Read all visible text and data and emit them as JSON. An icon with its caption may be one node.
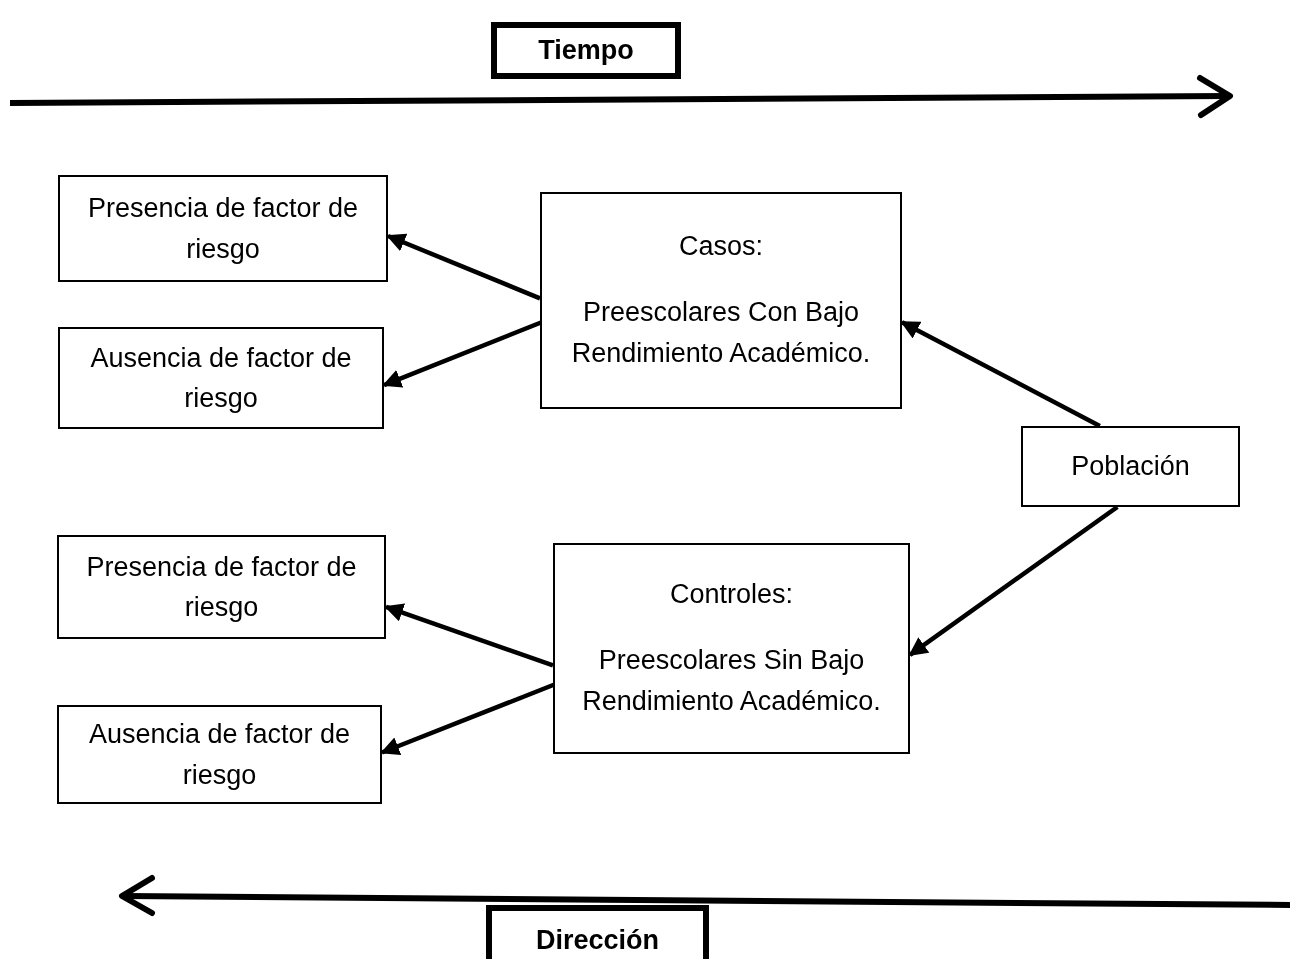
{
  "diagram": {
    "nodes": [
      {
        "text": [
          "Tiempo"
        ]
      },
      {
        "text": [
          "Presencia de factor de riesgo"
        ]
      },
      {
        "text": [
          "Casos:",
          "Preescolares Con Bajo Rendimiento Académico."
        ]
      },
      {
        "text": [
          "Ausencia de factor de riesgo"
        ]
      },
      {
        "text": [
          "Población"
        ]
      },
      {
        "text": [
          "Presencia de factor de riesgo"
        ]
      },
      {
        "text": [
          "Controles:",
          "Preescolares Sin Bajo Rendimiento Académico."
        ]
      },
      {
        "text": [
          "Ausencia de factor de riesgo"
        ]
      },
      {
        "text": [
          "Dirección"
        ]
      }
    ],
    "edges": [
      {
        "from": 4,
        "to": 2,
        "arrow": "to"
      },
      {
        "from": 2,
        "to": 1,
        "arrow": "to"
      },
      {
        "from": 2,
        "to": 3,
        "arrow": "to"
      },
      {
        "from": 4,
        "to": 6,
        "arrow": "to"
      },
      {
        "from": 6,
        "to": 5,
        "arrow": "to"
      },
      {
        "from": 6,
        "to": 7,
        "arrow": "to"
      }
    ]
  }
}
